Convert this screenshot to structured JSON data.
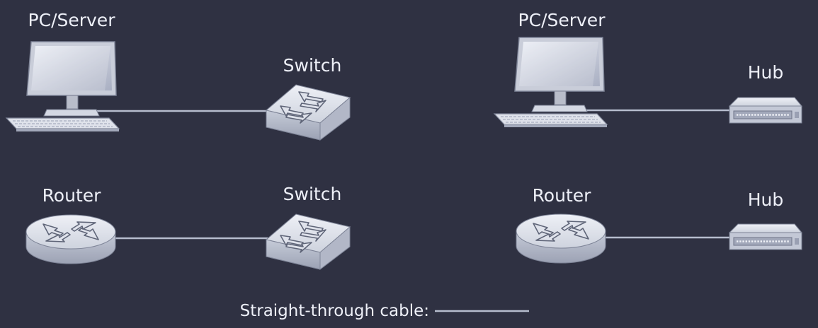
{
  "diagram": {
    "labels": {
      "pc_left": "PC/Server",
      "switch_top": "Switch",
      "pc_right": "PC/Server",
      "hub_top": "Hub",
      "router_left": "Router",
      "switch_bottom": "Switch",
      "router_right": "Router",
      "hub_bottom": "Hub"
    },
    "legend": {
      "label": "Straight-through cable:"
    }
  },
  "colors": {
    "background": "#2f3142",
    "device_light": "#e3e6ef",
    "device_mid": "#bfc4d3",
    "device_dark": "#9aa0b3",
    "cable": "#b6bccd",
    "text": "#eef0f8"
  },
  "icons": [
    "pc-server-icon",
    "switch-icon",
    "hub-icon",
    "router-icon"
  ]
}
